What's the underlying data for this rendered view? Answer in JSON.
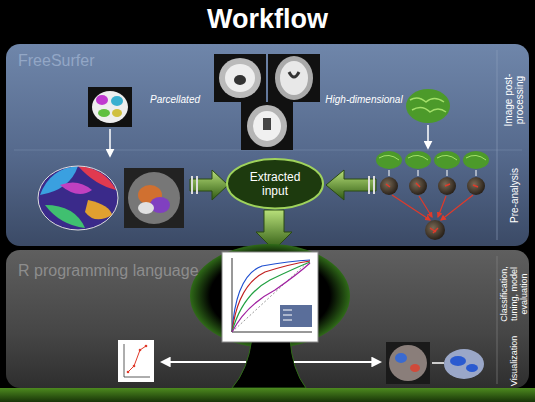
{
  "diagram": {
    "title": "Workflow",
    "nodes": [
      {
        "text": [
          "FreeSurfer"
        ]
      },
      {
        "text": [
          "Extracted input"
        ],
        "in": 0
      },
      {
        "text": [
          "R programming language"
        ]
      }
    ],
    "labels": [
      "Parcellated",
      "High-dimensional",
      "Image post-processing",
      "Pre-analysis",
      "Classification, tuning, model evaluation",
      "Visualization"
    ]
  }
}
